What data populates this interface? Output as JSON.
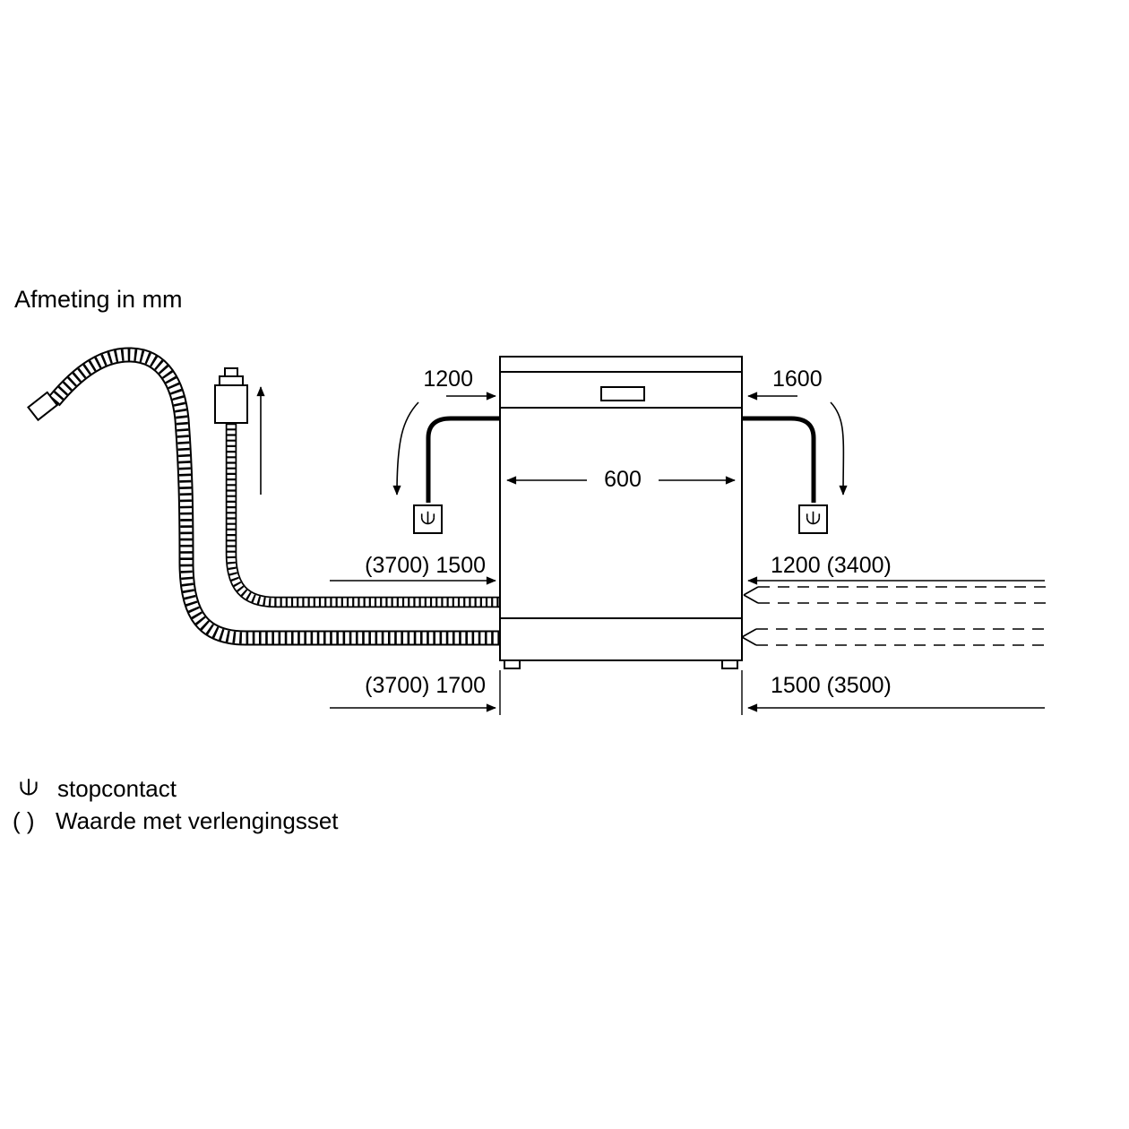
{
  "title": "Afmeting in mm",
  "dimensions": {
    "top_left": "1200",
    "top_right": "1600",
    "width": "600",
    "mid_left": "(3700) 1500",
    "mid_right": "1200 (3400)",
    "bottom_left": "(3700) 1700",
    "bottom_right": "1500 (3500)"
  },
  "legend": {
    "socket_icon": "socket-icon",
    "socket_label": "stopcontact",
    "parentheses_symbol": "( )",
    "extension_label": "Waarde met verlengingsset"
  },
  "colors": {
    "line": "#000000",
    "text": "#000000",
    "background": "#ffffff"
  }
}
